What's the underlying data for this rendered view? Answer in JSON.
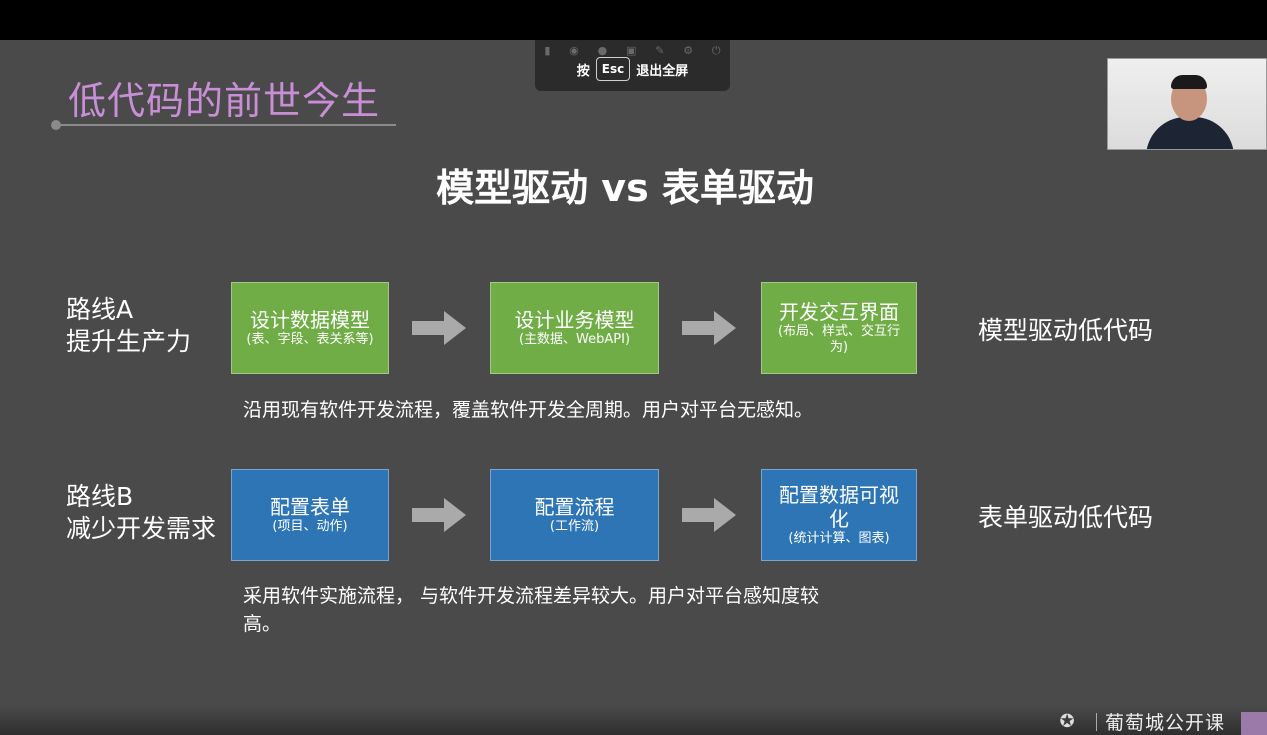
{
  "overlay": {
    "prefix": "按",
    "key": "Esc",
    "suffix": "退出全屏",
    "icons": [
      "signal-icon",
      "record-icon",
      "mic-icon",
      "camera-icon",
      "tool-icon",
      "settings-icon",
      "power-icon"
    ]
  },
  "slide": {
    "title": "低代码的前世今生",
    "heading": "模型驱动 vs 表单驱动",
    "route_a": {
      "label_line1": "路线A",
      "label_line2": "提升生产力",
      "boxes": [
        {
          "main": "设计数据模型",
          "sub": "(表、字段、表关系等)"
        },
        {
          "main": "设计业务模型",
          "sub": "(主数据、WebAPI)"
        },
        {
          "main": "开发交互界面",
          "sub": "(布局、样式、交互行为)"
        }
      ],
      "result": "模型驱动低代码",
      "note": "沿用现有软件开发流程，覆盖软件开发全周期。用户对平台无感知。"
    },
    "route_b": {
      "label_line1": "路线B",
      "label_line2": "减少开发需求",
      "boxes": [
        {
          "main": "配置表单",
          "sub": "(项目、动作)"
        },
        {
          "main": "配置流程",
          "sub": "(工作流)"
        },
        {
          "main": "配置数据可视化",
          "sub": "(统计计算、图表)"
        }
      ],
      "result": "表单驱动低代码",
      "note": "采用软件实施流程， 与软件开发流程差异较大。用户对平台感知度较高。"
    }
  },
  "branding": {
    "name": "葡萄城公开课"
  },
  "colors": {
    "background": "#4a4a4a",
    "title": "#c98fd6",
    "green_box": "#70ad47",
    "blue_box": "#2e75b6",
    "arrow": "#aaaaaa"
  }
}
